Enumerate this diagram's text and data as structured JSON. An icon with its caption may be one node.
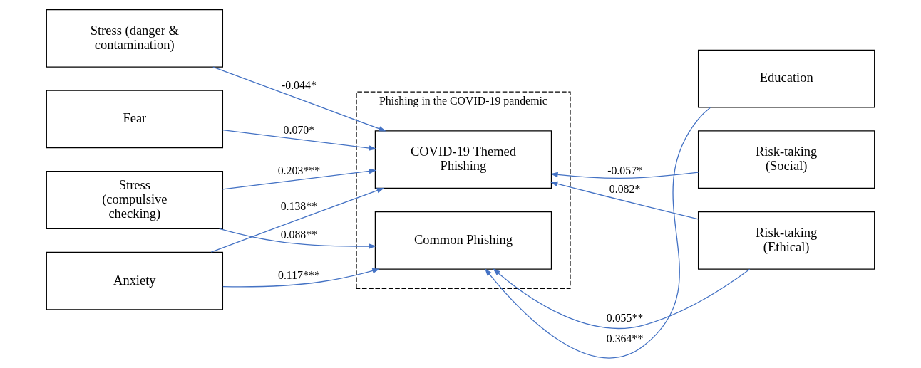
{
  "diagram": {
    "nodes": [
      {
        "text": [
          "Anxiety"
        ]
      },
      {
        "text": [
          "Fear"
        ]
      },
      {
        "text": [
          "Stress (danger & contamination)"
        ]
      },
      {
        "text": [
          "Stress (compulsive checking)"
        ]
      },
      {
        "text": [
          "Phishing in the COVID-19 pandemic"
        ]
      },
      {
        "text": [
          "COVID-19 Themed Phishing"
        ],
        "in": 4
      },
      {
        "text": [
          "Common Phishing"
        ],
        "in": 4
      },
      {
        "text": [
          "Risk-taking (Social)"
        ]
      },
      {
        "text": [
          "Risk-taking (Ethical)"
        ]
      },
      {
        "text": [
          "Education"
        ]
      }
    ],
    "edges": [
      {
        "from": 0,
        "to": 5,
        "arrow": "to",
        "label": "0.138**"
      },
      {
        "from": 0,
        "to": 6,
        "arrow": "to",
        "label": "0.117***"
      },
      {
        "from": 1,
        "to": 5,
        "arrow": "to",
        "label": "0.070*"
      },
      {
        "from": 2,
        "to": 5,
        "arrow": "to",
        "label": "-0.044*"
      },
      {
        "from": 3,
        "to": 5,
        "arrow": "to",
        "label": "0.203***"
      },
      {
        "from": 3,
        "to": 6,
        "arrow": "to",
        "label": "0.088**"
      },
      {
        "from": 7,
        "to": 5,
        "arrow": "to",
        "label": "-0.057*"
      },
      {
        "from": 8,
        "to": 5,
        "arrow": "to",
        "label": "0.082*"
      },
      {
        "from": 8,
        "to": 6,
        "arrow": "to",
        "label": "0.055**"
      },
      {
        "from": 9,
        "to": 6,
        "arrow": "to",
        "label": "0.364**"
      }
    ]
  }
}
